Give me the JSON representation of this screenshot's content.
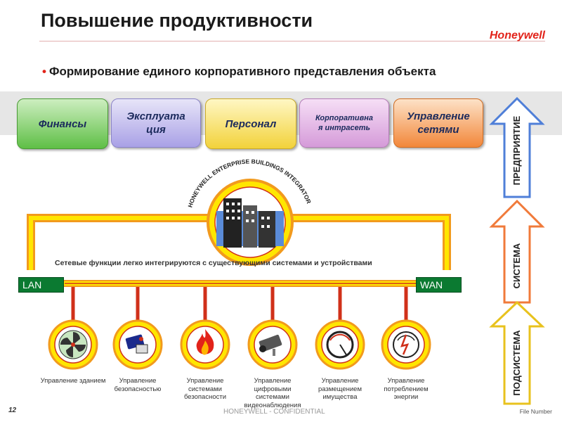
{
  "header": {
    "title": "Повышение продуктивности",
    "logo": "Honeywell",
    "bullet": "Формирование единого корпоративного представления объекта"
  },
  "categories": [
    {
      "label": "Финансы",
      "color": "#5fbf46"
    },
    {
      "label": "Эксплуата ция",
      "color": "#a9a1e6"
    },
    {
      "label": "Персонал",
      "color": "#f2d23a"
    },
    {
      "label": "Корпоративна я интрасеть",
      "color": "#d59bd9"
    },
    {
      "label": "Управление сетями",
      "color": "#f2873a"
    }
  ],
  "integrator": {
    "arc_text": "HONEYWELL ENTERPRISE BUILDINGS INTEGRATOR",
    "icon": "buildings-icon"
  },
  "network": {
    "note": "Сетевые функции легко интегрируются с существующими системами и устройствами",
    "lan": "LAN",
    "wan": "WAN"
  },
  "systems": [
    {
      "label": "Управление зданием",
      "icon": "fan-icon"
    },
    {
      "label": "Управление безопасностью",
      "icon": "access-card-icon"
    },
    {
      "label": "Управление системами безопасности",
      "icon": "fire-icon"
    },
    {
      "label": "Управление цифровыми системами видеонаблюдения",
      "icon": "camera-icon"
    },
    {
      "label": "Управление размещением имущества",
      "icon": "gauge-icon"
    },
    {
      "label": "Управление потреблением энергии",
      "icon": "energy-meter-icon"
    }
  ],
  "levels": [
    {
      "label": "ПРЕДПРИЯТИЕ",
      "color": "#4f7fd8"
    },
    {
      "label": "СИСТЕМА",
      "color": "#f07a3a"
    },
    {
      "label": "ПОДСИСТЕМА",
      "color": "#e8c21e"
    }
  ],
  "footer": {
    "page": "12",
    "confidential": "HONEYWELL - CONFIDENTIAL",
    "file": "File Number"
  }
}
